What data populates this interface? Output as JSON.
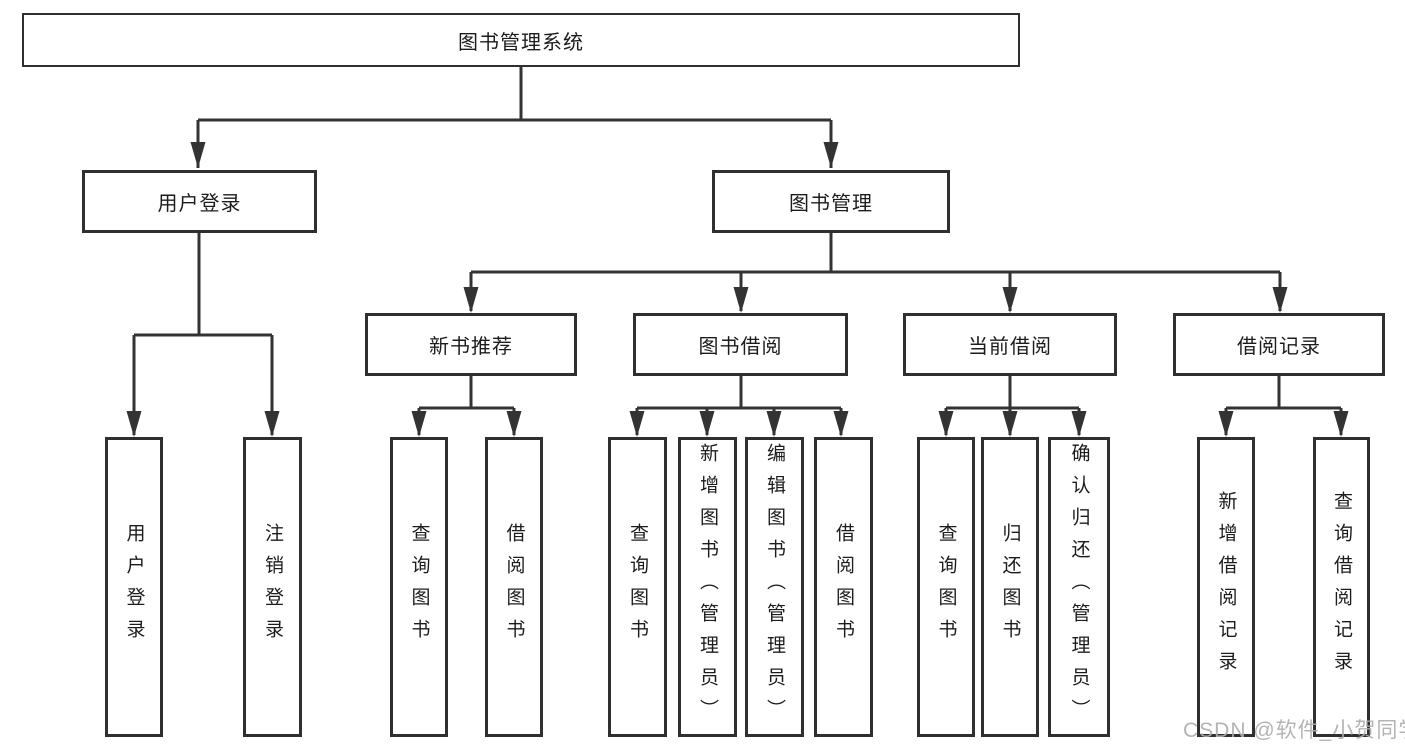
{
  "diagram": {
    "root": "图书管理系统",
    "branches": {
      "login": "用户登录",
      "management": "图书管理"
    },
    "modules": {
      "recommend": "新书推荐",
      "borrow": "图书借阅",
      "current": "当前借阅",
      "records": "借阅记录"
    },
    "leaves": {
      "login": [
        "用户登录",
        "注销登录"
      ],
      "recommend": [
        "查询图书",
        "借阅图书"
      ],
      "borrow": [
        "查询图书",
        "新增图书（管理员）",
        "编辑图书（管理员）",
        "借阅图书"
      ],
      "current": [
        "查询图书",
        "归还图书",
        "确认归还（管理员）"
      ],
      "records": [
        "新增借阅记录",
        "查询借阅记录"
      ]
    }
  },
  "watermark": "CSDN @软件_小贺同学",
  "colors": {
    "line": "#333333",
    "box_border": "#2f2f2f",
    "text": "#1c1c1c",
    "watermark": "#aeaeae",
    "background": "#ffffff"
  }
}
